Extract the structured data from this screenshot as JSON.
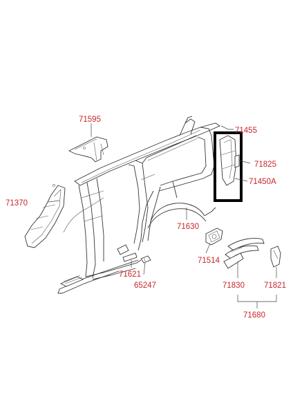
{
  "labels": {
    "p71595": "71595",
    "p71455": "71455",
    "p71825": "71825",
    "p71450A": "71450A",
    "p71370": "71370",
    "p71630": "71630",
    "p71514": "71514",
    "p71621": "71621",
    "p65247": "65247",
    "p71830": "71830",
    "p71821": "71821",
    "p71680": "71680"
  },
  "colors": {
    "label": "#c8242b",
    "line": "#333333",
    "highlight": "#000000",
    "background": "#ffffff"
  }
}
